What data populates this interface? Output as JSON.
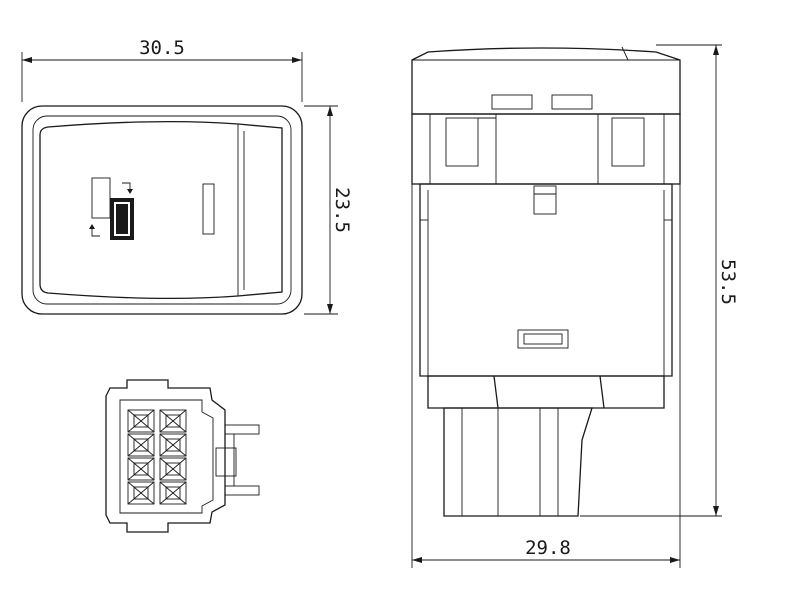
{
  "dimensions": {
    "top_view_width": "30.5",
    "top_view_height": "23.5",
    "side_view_height": "53.5",
    "side_view_width": "29.8"
  },
  "icons": {
    "rocker_symbol": "window-swap-icon"
  }
}
